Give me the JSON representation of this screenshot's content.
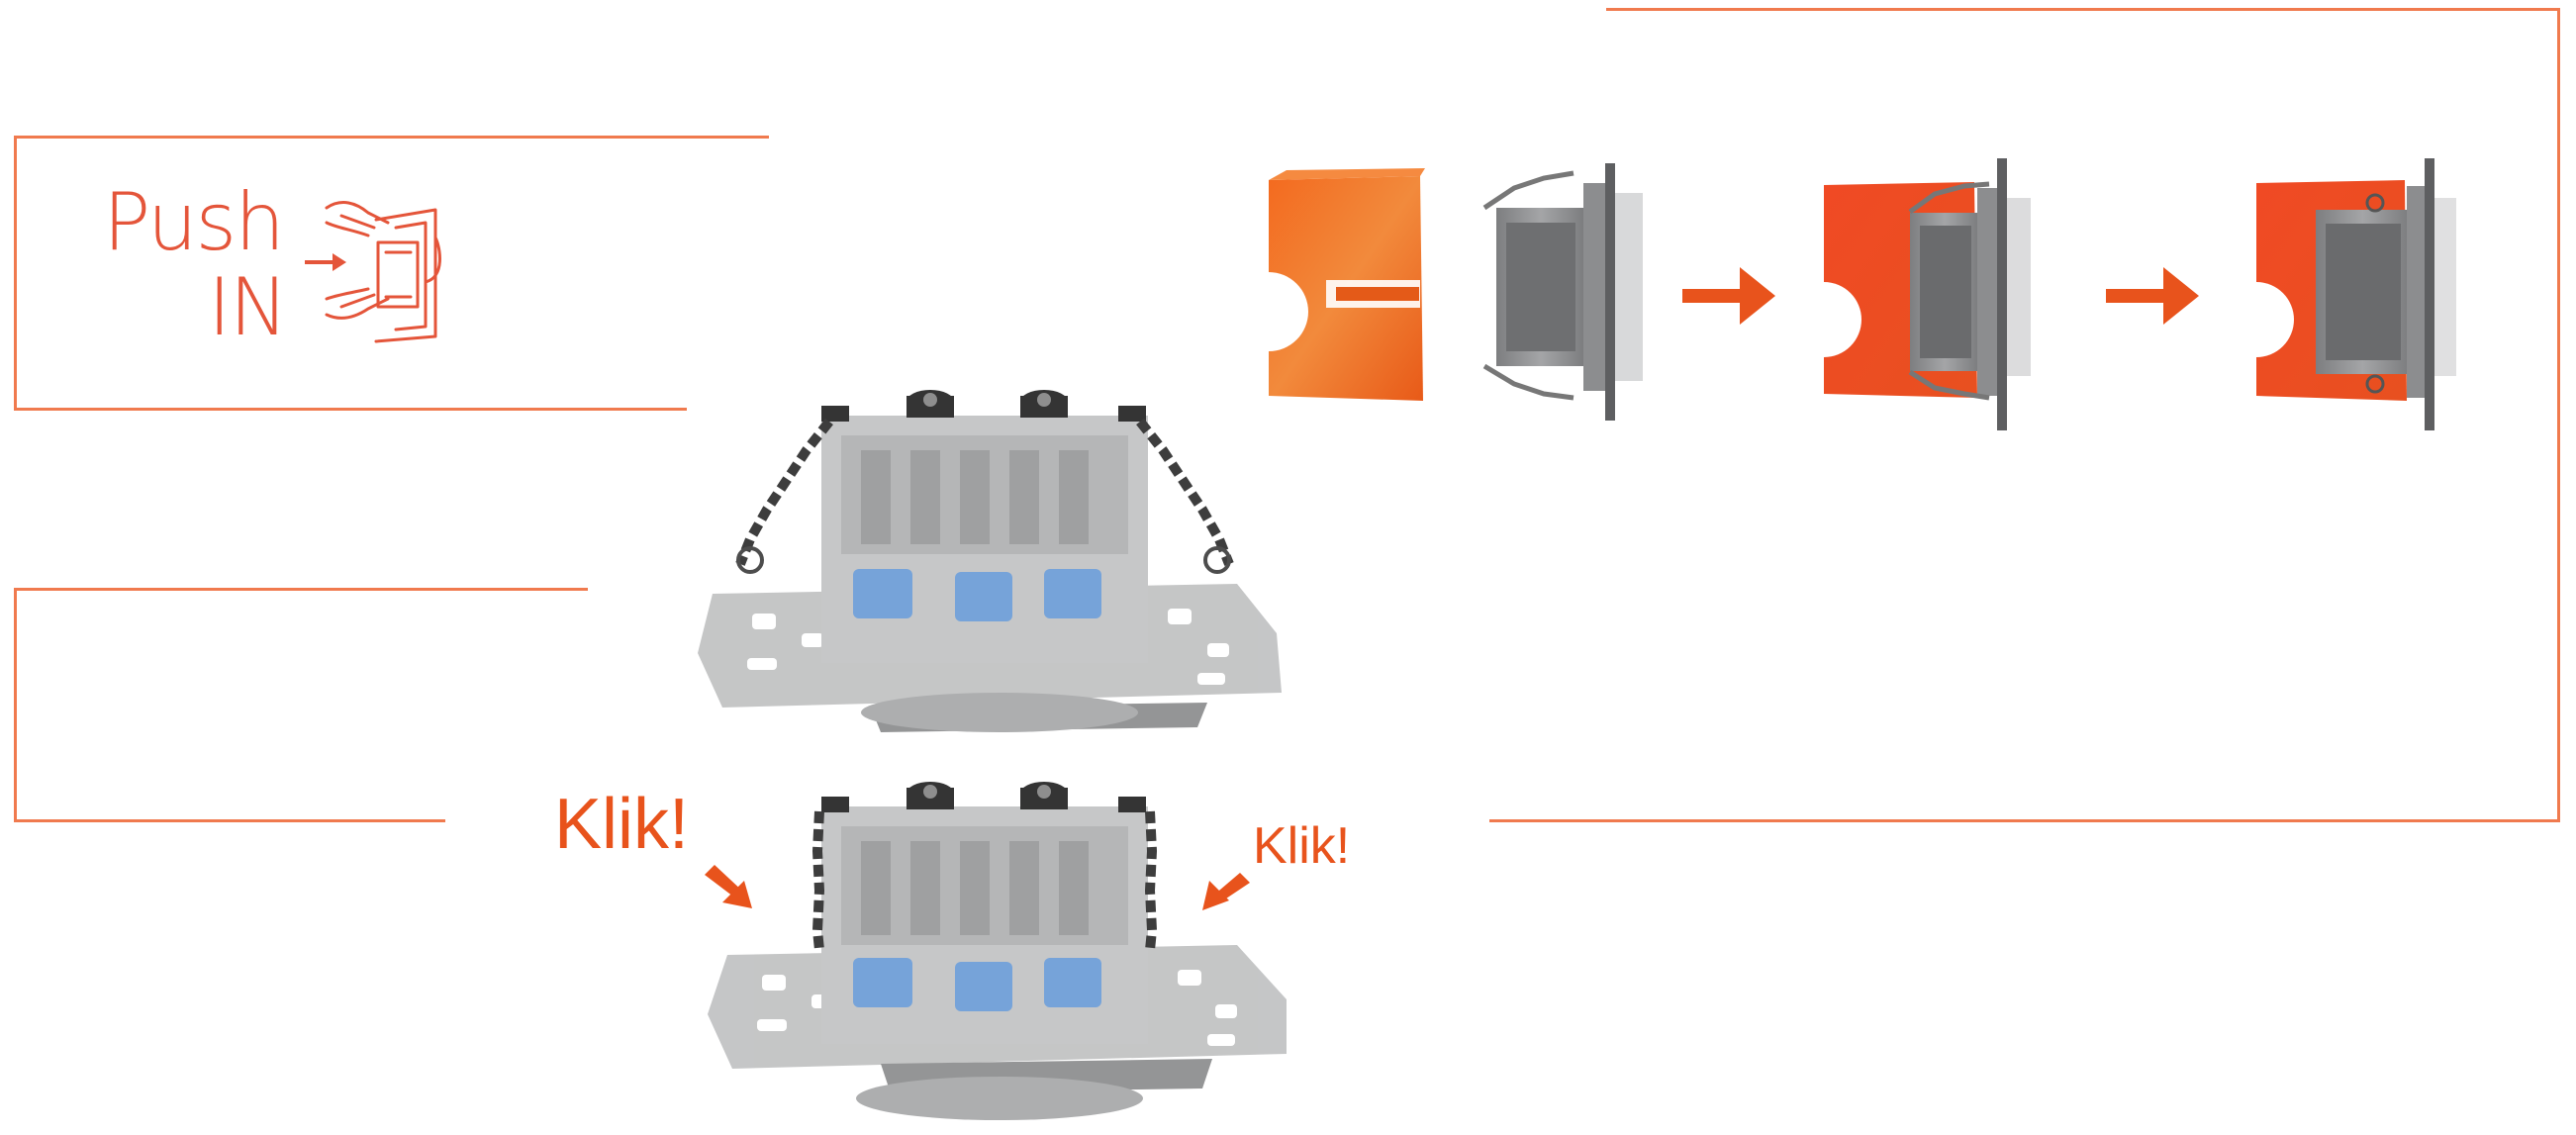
{
  "push_in": {
    "line1": "Push",
    "line2": "IN"
  },
  "klik_left": "Klik!",
  "klik_right": "Klik!",
  "colors": {
    "accent": "#e8531c",
    "frame": "#f07a4e",
    "box_orange": "#f05a1c",
    "module_grey": "#8f9091",
    "module_light": "#c4c5c6",
    "terminal_blue": "#6f9fd8"
  },
  "icons": [
    "hand-push-icon",
    "arrow-right-icon",
    "arrow-down-right-icon",
    "arrow-down-left-icon"
  ]
}
